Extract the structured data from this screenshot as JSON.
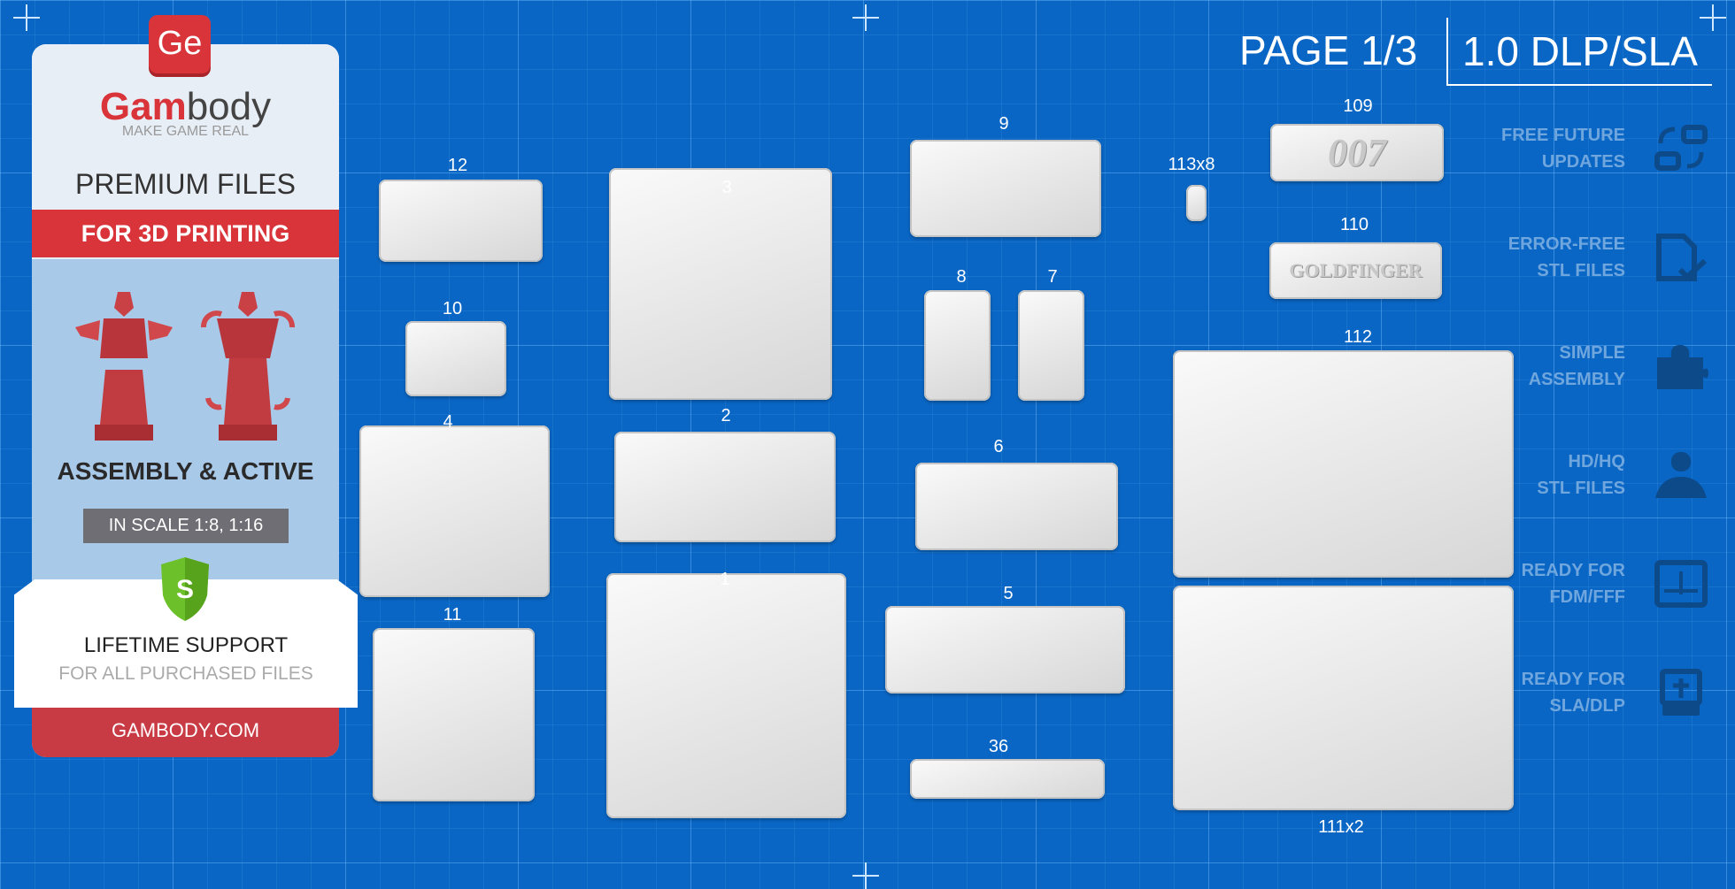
{
  "header": {
    "page": "PAGE 1/3",
    "version": "1.0 DLP/SLA"
  },
  "panel": {
    "logo_letters": "Ge",
    "brand_red": "Gam",
    "brand_dark": "body",
    "tagline": "MAKE GAME REAL",
    "premium": "PREMIUM FILES",
    "printing": "FOR 3D PRINTING",
    "assembly": "ASSEMBLY & ACTIVE",
    "scale": "IN SCALE 1:8, 1:16",
    "shield_letter": "S",
    "lifetime": "LIFETIME SUPPORT",
    "for_all": "FOR ALL PURCHASED FILES",
    "site": "GAMBODY.COM"
  },
  "parts": [
    "12",
    "10",
    "4",
    "11",
    "3",
    "2",
    "1",
    "9",
    "8",
    "7",
    "6",
    "5",
    "36",
    "113x8",
    "109",
    "110",
    "112",
    "111x2"
  ],
  "plates": {
    "p109": "007",
    "p110": "GOLDFINGER"
  },
  "features": [
    {
      "line1": "FREE FUTURE",
      "line2": "UPDATES",
      "icon": "update-icon"
    },
    {
      "line1": "ERROR-FREE",
      "line2": "STL FILES",
      "icon": "file-check-icon"
    },
    {
      "line1": "SIMPLE",
      "line2": "ASSEMBLY",
      "icon": "puzzle-icon"
    },
    {
      "line1": "HD/HQ",
      "line2": "STL FILES",
      "icon": "hero-icon"
    },
    {
      "line1": "READY FOR",
      "line2": "FDM/FFF",
      "icon": "fdm-printer-icon"
    },
    {
      "line1": "READY FOR",
      "line2": "SLA/DLP",
      "icon": "sla-printer-icon"
    }
  ],
  "colors": {
    "background": "#0a66c4",
    "brand_red": "#d8343a",
    "feature_text": "#6fa6de",
    "feature_icon": "#0d4a8a"
  }
}
